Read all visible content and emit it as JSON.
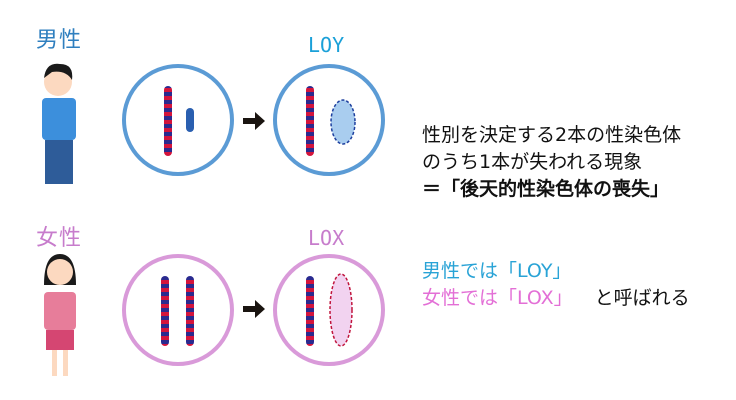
{
  "male": {
    "label": "男性",
    "tag": "LOY",
    "color": "#2f7fbf",
    "tag_color": "#1aa0d8",
    "circle_color": "#5b9bd5"
  },
  "female": {
    "label": "女性",
    "tag": "LOX",
    "color": "#c77ccc",
    "tag_color": "#c77ccc",
    "circle_color": "#d99ad9"
  },
  "description": {
    "line1": "性別を決定する2本の性染色体",
    "line2": "のうち1本が失われる現象",
    "line3": "＝「後天的性染色体の喪失」"
  },
  "naming": {
    "male_line": "男性では「LOY」",
    "female_line": "女性では「LOX」",
    "suffix": "と呼ばれる",
    "male_color": "#29a3d6",
    "female_color": "#e36fd6"
  }
}
